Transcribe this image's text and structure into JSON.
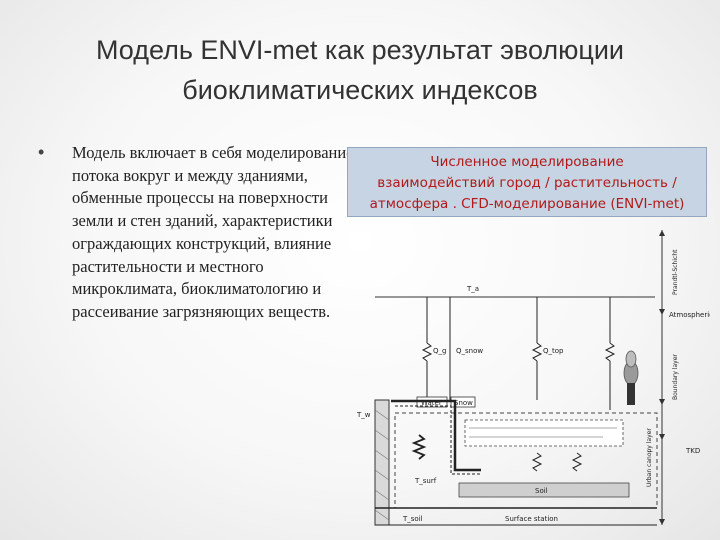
{
  "slide": {
    "title_line1": "Модель ENVI-met как результат эволюции",
    "title_line2": "биоклиматических индексов",
    "bullet_marker": "•",
    "bullet_text": "Модель включает в себя моделирование потока вокруг и между зданиями, обменные процессы на поверхности земли и стен зданий, характеристики ограждающих конструкций, влияние растительности и местного микроклимата, биоклиматологию и рассеивание загрязняющих веществ.",
    "callout_line1": "Численное моделирование",
    "callout_line2": "взаимодействий город / растительность /",
    "callout_line3": "атмосфера . CFD-моделирование (ENVI-met)"
  },
  "diagram": {
    "label_surface_layer": "Prandtl-Schicht",
    "label_atmosphere_model": "Atmospheric model",
    "label_boundary_layer": "Boundary layer",
    "label_urban_canopy": "Urban canopy layer",
    "label_tkd": "TKD",
    "label_water": "Water",
    "label_snow": "Snow",
    "label_soil": "Soil",
    "label_surface_station": "Surface station",
    "label_ta": "T_a",
    "label_tw": "T_w",
    "label_qg": "Q_g",
    "label_qsnow": "Q_snow",
    "label_qtop": "Q_top",
    "label_tsoil": "T_soil",
    "label_tsurf": "T_surf"
  }
}
